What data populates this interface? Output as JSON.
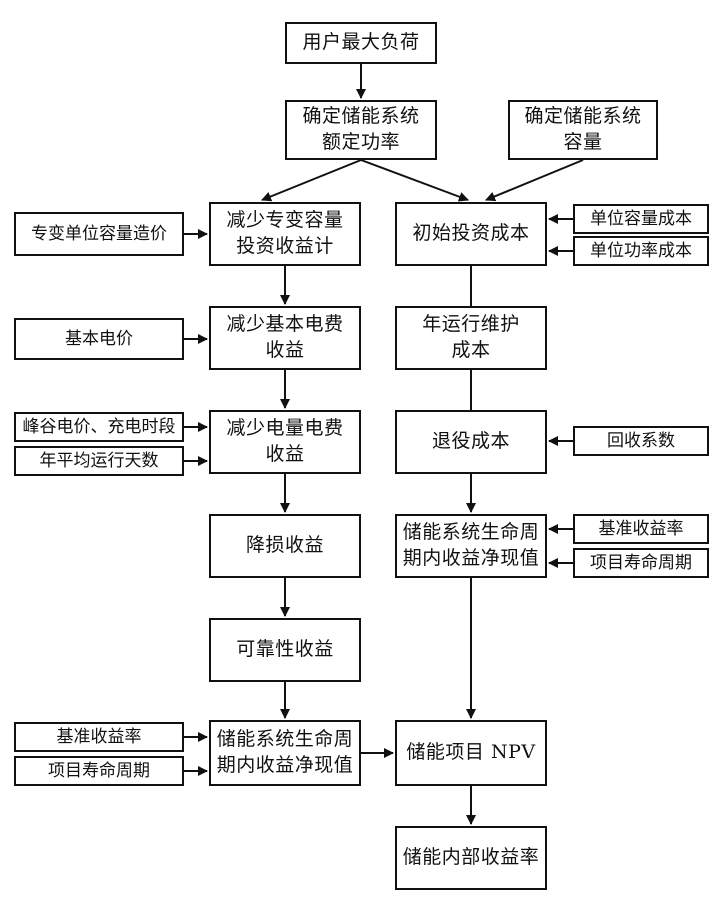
{
  "nodes": {
    "user_max_load": "用户最大负荷",
    "rated_power": "确定储能系统\n额定功率",
    "capacity": "确定储能系统\n容量",
    "dedicated_transformer_cost": "专变单位容量造价",
    "reduce_transformer_capacity": "减少专变容量\n投资收益计",
    "initial_investment": "初始投资成本",
    "unit_capacity_cost": "单位容量成本",
    "unit_power_cost": "单位功率成本",
    "basic_price": "基本电价",
    "reduce_basic_fee": "减少基本电费\n收益",
    "annual_om_cost": "年运行维护\n成本",
    "peak_valley_price": "峰谷电价、充电时段",
    "annual_run_days": "年平均运行天数",
    "reduce_energy_fee": "减少电量电费\n收益",
    "retirement_cost": "退役成本",
    "recovery_coefficient": "回收系数",
    "loss_reduction": "降损收益",
    "npv_cost_side": "储能系统生命周\n期内收益净现值",
    "benchmark_rate_right": "基准收益率",
    "project_life_right": "项目寿命周期",
    "reliability": "可靠性收益",
    "benchmark_rate_left": "基准收益率",
    "project_life_left": "项目寿命周期",
    "npv_benefit_side": "储能系统生命周\n期内收益净现值",
    "project_npv": "储能项目 NPV",
    "irr": "储能内部收益率"
  },
  "colors": {
    "stroke": "#111111",
    "background": "#ffffff",
    "text": "#111111"
  }
}
